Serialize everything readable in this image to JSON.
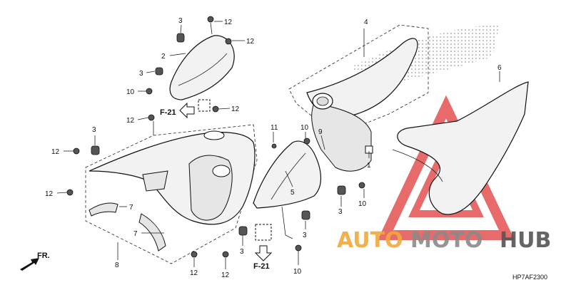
{
  "diagram_code": "HP7AF2300",
  "front_arrow_label": "FR.",
  "ref_label": "F-21",
  "watermark": {
    "word_a": "AUTO",
    "word_b": "MOTO",
    "word_c": "HUB",
    "color_a": "#f2a93b",
    "color_b": "#8a8a8a",
    "color_c": "#555555",
    "logo_color": "#e03a3a"
  },
  "callouts": [
    {
      "id": "c1",
      "text": "1"
    },
    {
      "id": "c2",
      "text": "2"
    },
    {
      "id": "c3a",
      "text": "3"
    },
    {
      "id": "c3b",
      "text": "3"
    },
    {
      "id": "c3c",
      "text": "3"
    },
    {
      "id": "c3d",
      "text": "3"
    },
    {
      "id": "c3e",
      "text": "3"
    },
    {
      "id": "c3f",
      "text": "3"
    },
    {
      "id": "c4",
      "text": "4"
    },
    {
      "id": "c5",
      "text": "5"
    },
    {
      "id": "c6",
      "text": "6"
    },
    {
      "id": "c7a",
      "text": "7"
    },
    {
      "id": "c7b",
      "text": "7"
    },
    {
      "id": "c8",
      "text": "8"
    },
    {
      "id": "c9",
      "text": "9"
    },
    {
      "id": "c10a",
      "text": "10"
    },
    {
      "id": "c10b",
      "text": "10"
    },
    {
      "id": "c10c",
      "text": "10"
    },
    {
      "id": "c10d",
      "text": "10"
    },
    {
      "id": "c11",
      "text": "11"
    },
    {
      "id": "c12a",
      "text": "12"
    },
    {
      "id": "c12b",
      "text": "12"
    },
    {
      "id": "c12c",
      "text": "12"
    },
    {
      "id": "c12d",
      "text": "12"
    },
    {
      "id": "c12e",
      "text": "12"
    },
    {
      "id": "c12f",
      "text": "12"
    },
    {
      "id": "c12g",
      "text": "12"
    },
    {
      "id": "c12h",
      "text": "12"
    }
  ]
}
